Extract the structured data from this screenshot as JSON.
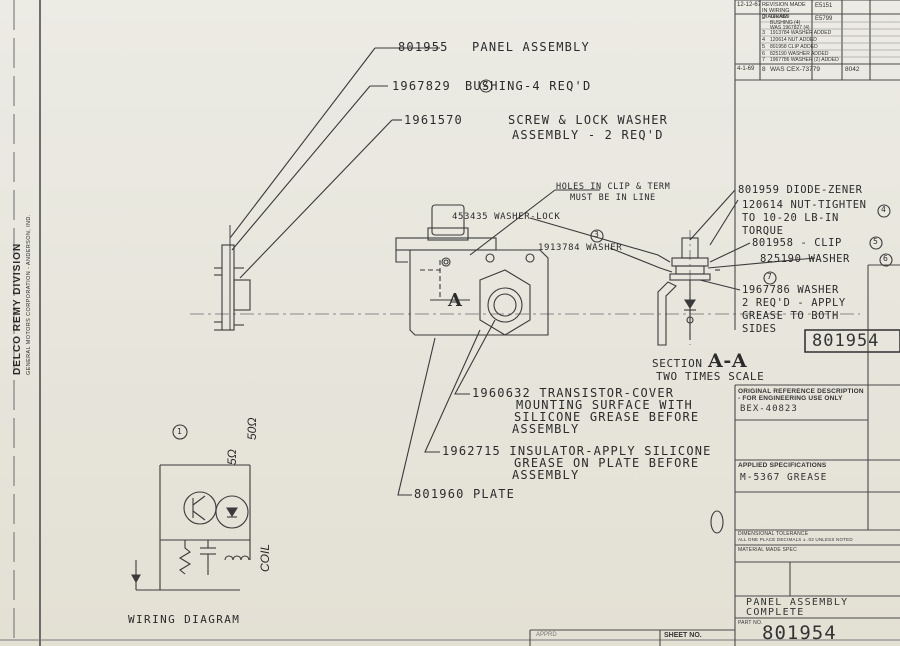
{
  "callouts": {
    "panel": {
      "part": "801955",
      "desc": "PANEL ASSEMBLY"
    },
    "bushing": {
      "part": "1967829",
      "desc": "BUSHING-4 REQ'D",
      "ref": "2"
    },
    "screw": {
      "part": "1961570",
      "desc_line1": "SCREW & LOCK WASHER",
      "desc_line2": "ASSEMBLY - 2 REQ'D"
    },
    "holes_note_line1": "HOLES IN CLIP & TERM",
    "holes_note_line2": "MUST BE IN LINE",
    "washer_lock": "453435 WASHER-LOCK",
    "washer_1913784": {
      "ref": "3",
      "text": "1913784 WASHER"
    },
    "diode": "801959 DIODE-ZENER",
    "nut_line1": "120614 NUT-TIGHTEN",
    "nut_ref": "4",
    "nut_line2": "TO 10-20 LB-IN",
    "nut_line3": "TORQUE",
    "clip": {
      "text": "801958 - CLIP",
      "ref": "5"
    },
    "washer_825190": {
      "text": "825190 WASHER",
      "ref": "6"
    },
    "washer_1967786": {
      "ref": "7",
      "line1": "1967786 WASHER",
      "line2": "2 REQ'D - APPLY",
      "line3": "GREASE TO BOTH",
      "line4": "SIDES"
    },
    "transistor_line1": "1960632 TRANSISTOR-COVER",
    "transistor_line2": "MOUNTING SURFACE WITH",
    "transistor_line3": "SILICONE GREASE BEFORE",
    "transistor_line4": "ASSEMBLY",
    "insulator_line1": "1962715 INSULATOR-APPLY SILICONE",
    "insulator_line2": "GREASE ON PLATE BEFORE",
    "insulator_line3": "ASSEMBLY",
    "plate": "801960 PLATE"
  },
  "section": {
    "title": "SECTION",
    "letters": "A-A",
    "subtitle": "TWO TIMES SCALE",
    "view_mark": "A"
  },
  "wiring": {
    "title": "WIRING DIAGRAM",
    "ref": "1",
    "coil_label": "COIL",
    "res_label": "5Ω",
    "res_label2": "50Ω"
  },
  "company": {
    "line1": "DELCO REMY DIVISION",
    "line2": "GENERAL MOTORS CORPORATION - ANDERSON, IND."
  },
  "revisions": [
    {
      "ltr": "",
      "text": "REVISION MADE IN WIRING DIAGRAM",
      "auth": "E5151"
    },
    {
      "ltr": "2",
      "text": "1857829 BUSHING (4) WAS 1967827 (4)",
      "auth": "E5799"
    },
    {
      "ltr": "3",
      "text": "1913784 WASHER ADDED",
      "auth": ""
    },
    {
      "ltr": "4",
      "text": "120614 NUT ADDED",
      "auth": ""
    },
    {
      "ltr": "5",
      "text": "801958 CLIP ADDED",
      "auth": ""
    },
    {
      "ltr": "6",
      "text": "825190 WASHER ADDED",
      "auth": ""
    },
    {
      "ltr": "7",
      "text": "1967786 WASHER (2) ADDED",
      "auth": ""
    },
    {
      "ltr": "8",
      "text": "WAS CEX-73779",
      "auth": "8042"
    }
  ],
  "revision_dates": [
    "12-12-67",
    "4-1-69"
  ],
  "title_block": {
    "part_number_box": "801954",
    "orig_ref_label": "ORIGINAL REFERENCE DESCRIPTION - FOR ENGINEERING USE ONLY",
    "orig_ref": "BEX-40823",
    "applied_spec_label": "APPLIED SPECIFICATIONS",
    "applied_spec": "M-5367 GREASE",
    "tolerance_label": "DIMENSIONAL TOLERANCE",
    "tolerance_note": "ALL ONE PLACE DECIMALS ± .02 UNLESS NOTED",
    "material_label": "MATERIAL MADE SPEC",
    "name": "PANEL ASSEMBLY COMPLETE",
    "part_no_label": "PART NO.",
    "part_no": "801954",
    "sheet_label": "SHEET NO.",
    "apprd_label": "APPRD"
  }
}
